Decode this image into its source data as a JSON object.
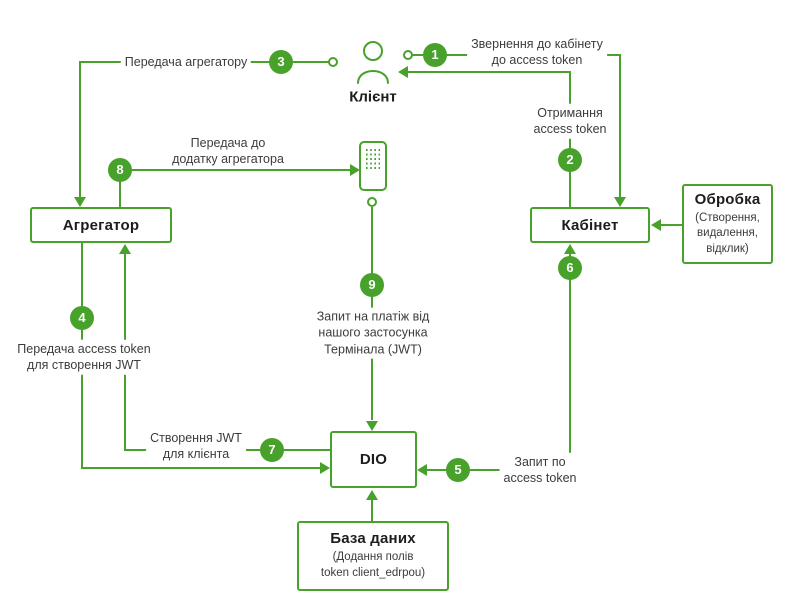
{
  "colors": {
    "green": "#48a12b",
    "dark": "#1d1d1b",
    "label": "#3c3c3b"
  },
  "nodes": {
    "client": {
      "label": "Клієнт",
      "icon": "person-icon"
    },
    "terminal": {
      "icon": "phone-terminal-icon"
    },
    "aggregator": {
      "label": "Агрегатор"
    },
    "cabinet": {
      "label": "Кабінет"
    },
    "processing": {
      "title": "Обробка",
      "subtitle": "(Створення,\nвидалення,\nвідклик)"
    },
    "dio": {
      "label": "DIO"
    },
    "database": {
      "title": "База даних",
      "subtitle": "(Додання полів\ntoken client_edrpou)"
    }
  },
  "steps": [
    {
      "num": "1",
      "label": "Звернення до кабінету\nдо access token"
    },
    {
      "num": "2",
      "label": "Отримання\naccess token"
    },
    {
      "num": "3",
      "label": "Передача агрегатору"
    },
    {
      "num": "4",
      "label": "Передача access token\nдля створення JWT"
    },
    {
      "num": "5",
      "label": "Запит по\naccess token"
    },
    {
      "num": "6",
      "label": ""
    },
    {
      "num": "7",
      "label": "Створення JWT\nдля клієнта"
    },
    {
      "num": "8",
      "label": "Передача до\nдодатку агрегатора"
    },
    {
      "num": "9",
      "label": "Запит на платіж від\nнашого застосунка\nТермінала (JWT)"
    }
  ]
}
